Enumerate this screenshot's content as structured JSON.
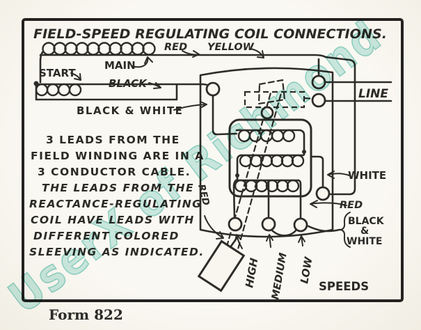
{
  "title": "FIELD-SPEED REGULATING COIL CONNECTIONS.",
  "form_number": "Form 822",
  "watermark": "UserX of Richmond",
  "labels": {
    "red_top": "RED",
    "yellow": "YELLOW",
    "main": "MAIN",
    "start": "START",
    "black": "BLACK",
    "black_and_white": "BLACK & WHITE",
    "line": "LINE",
    "white": "WHITE",
    "red_right": "RED",
    "cable_black": "BLACK",
    "cable_amp": "&",
    "cable_white": "WHITE",
    "red_left": "RED",
    "high": "HIGH",
    "medium": "MEDIUM",
    "low": "LOW",
    "speeds": "SPEEDS"
  },
  "note_lines": [
    "3 LEADS FROM THE",
    "FIELD WINDING ARE IN A",
    "3 CONDUCTOR CABLE.",
    "THE LEADS FROM THE",
    "REACTANCE-REGULATING",
    "COIL HAVE LEADS WITH",
    "DIFFERENT COLORED",
    "SLEEVING AS INDICATED."
  ],
  "colors": {
    "ink": "#2e2c28",
    "paper": "#f8f6ef",
    "watermark_teal": "#85d3c7"
  }
}
